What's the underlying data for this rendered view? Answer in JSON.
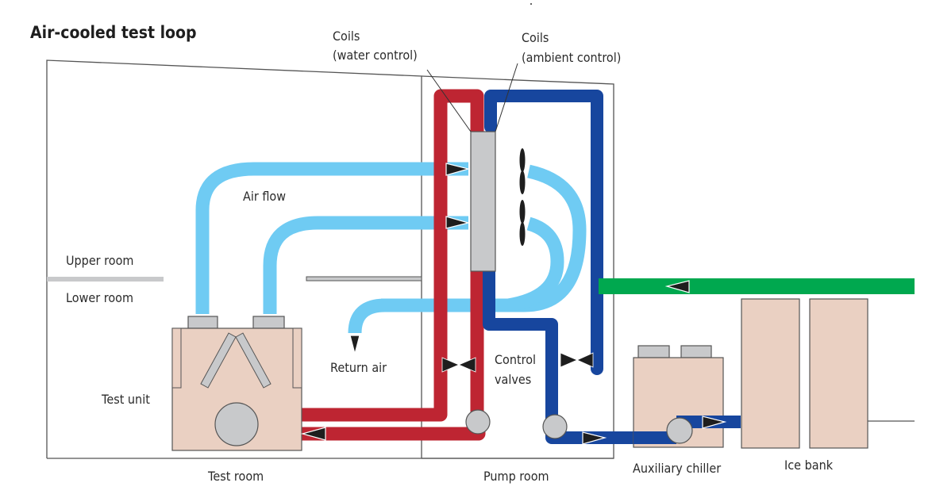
{
  "diagram": {
    "title": "Air-cooled test loop",
    "labels": {
      "coils_water": [
        "Coils",
        "(water control)"
      ],
      "coils_ambient": [
        "Coils",
        "(ambient control)"
      ],
      "air_flow": "Air flow",
      "upper_room": "Upper room",
      "lower_room": "Lower room",
      "return_air": "Return air",
      "control_valves": [
        "Control",
        "valves"
      ],
      "test_unit": "Test unit",
      "test_room": "Test room",
      "pump_room": "Pump room",
      "auxiliary_chiller": "Auxiliary chiller",
      "ice_bank": "Ice bank"
    },
    "colors": {
      "hot_water": "#be2532",
      "cold_water": "#17469e",
      "air": "#6fcbf3",
      "glycol": "#00a84f",
      "equipment": "#ead0c2",
      "coil": "#c8c9cb",
      "outline": "#555555"
    }
  }
}
